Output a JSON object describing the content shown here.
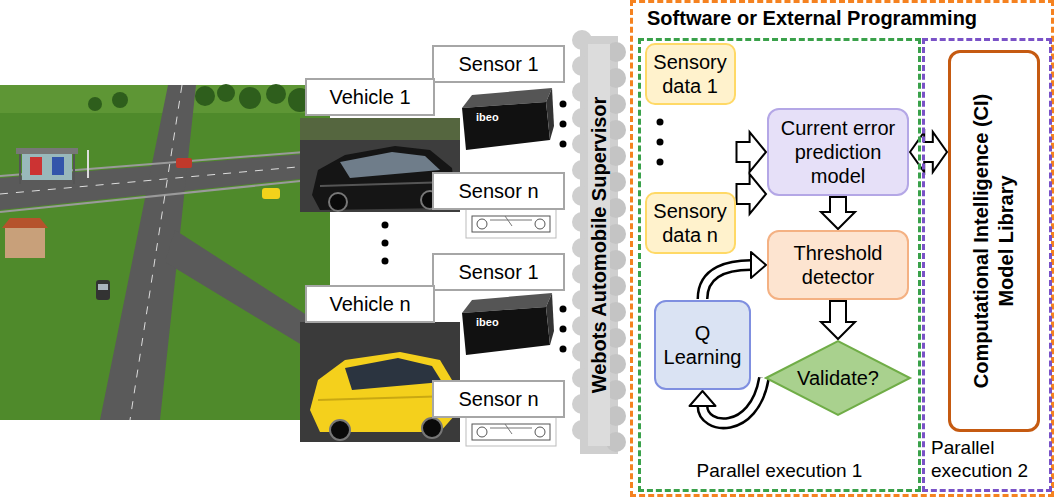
{
  "diagram": {
    "nodes": [
      {
        "text": [
          "Sensor 1"
        ]
      },
      {
        "text": [
          "Vehicle 1"
        ]
      },
      {
        "text": [
          "Sensor n"
        ]
      },
      {
        "text": [
          "Sensor 1"
        ]
      },
      {
        "text": [
          "Vehicle n"
        ]
      },
      {
        "text": [
          "Sensor n"
        ]
      },
      {
        "text": [
          "Webots Automobile Supervisor"
        ]
      },
      {
        "text": [
          "Software or External Programming"
        ]
      },
      {
        "text": [
          "Parallel execution 1"
        ],
        "in": 7
      },
      {
        "text": [
          "Sensory data 1"
        ],
        "in": 8
      },
      {
        "text": [
          "Current error prediction model"
        ],
        "in": 8
      },
      {
        "text": [
          "Sensory data n"
        ],
        "in": 8
      },
      {
        "text": [
          "Threshold detector"
        ],
        "in": 8
      },
      {
        "text": [
          "Q Learning"
        ],
        "in": 8
      },
      {
        "text": [
          "Validate?"
        ],
        "in": 8
      },
      {
        "text": [
          "Parallel execution 2"
        ],
        "in": 7
      },
      {
        "text": [
          "Computational Intelligence (CI) Model Library"
        ],
        "in": 15
      }
    ],
    "edges": [
      {
        "from": 9,
        "to": 10,
        "arrow": "to"
      },
      {
        "from": 11,
        "to": 10,
        "arrow": "to"
      },
      {
        "from": 10,
        "to": 16,
        "arrow": "both"
      },
      {
        "from": 10,
        "to": 12,
        "arrow": "to"
      },
      {
        "from": 12,
        "to": 14,
        "arrow": "to"
      },
      {
        "from": 14,
        "to": 13,
        "arrow": "to"
      },
      {
        "from": 13,
        "to": 12,
        "arrow": "to"
      }
    ],
    "labels": [
      "ibeo",
      "ibeo"
    ]
  }
}
